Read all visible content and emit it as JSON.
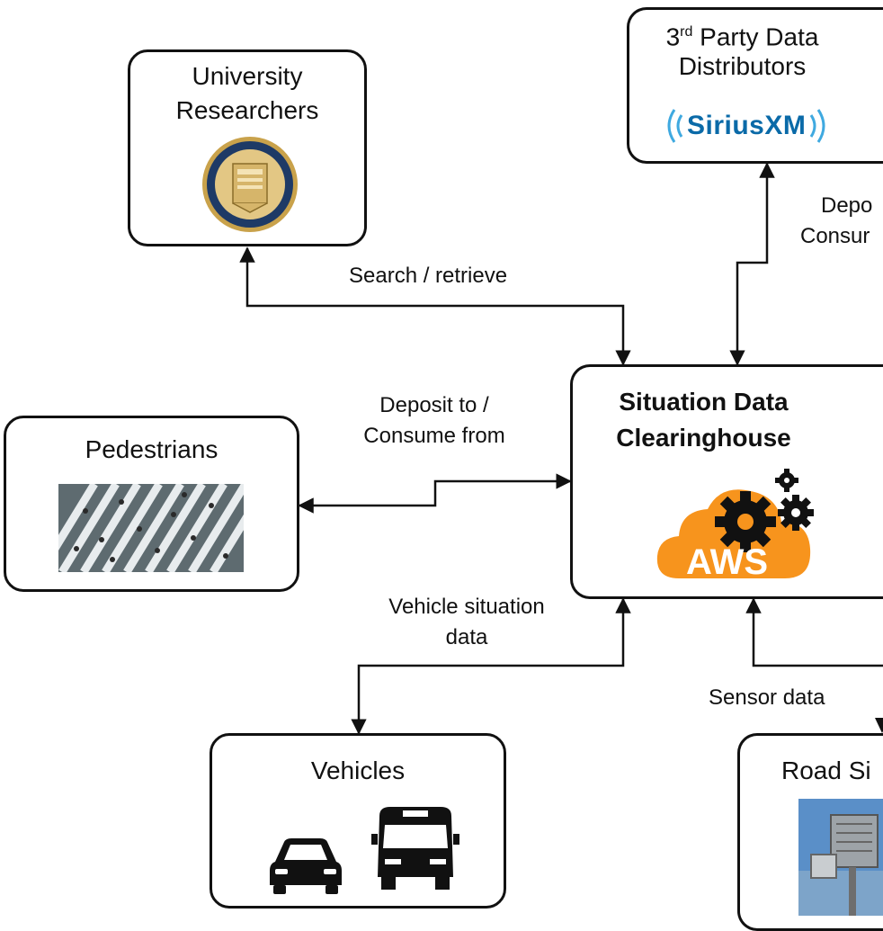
{
  "researchers": {
    "title_line1": "University",
    "title_line2": "Researchers"
  },
  "distributors": {
    "prefix": "3",
    "sup": "rd",
    "title_line1_rest": " Party Data",
    "title_line2": "Distributors",
    "logo_text": "SiriusXM"
  },
  "pedestrians": {
    "title": "Pedestrians"
  },
  "clearinghouse": {
    "title_line1": "Situation Data",
    "title_line2": "Clearinghouse",
    "logo_text": "AWS"
  },
  "vehicles": {
    "title": "Vehicles"
  },
  "roadside": {
    "title": "Road Si"
  },
  "edges": {
    "search_retrieve": "Search / retrieve",
    "deposit_consume_line1": "Deposit to /",
    "deposit_consume_line2": "Consume from",
    "distributor_edge_line1": "Depo",
    "distributor_edge_line2": "Consur",
    "vehicle_data_line1": "Vehicle situation",
    "vehicle_data_line2": "data",
    "sensor_data": "Sensor data"
  },
  "colors": {
    "stroke": "#111111",
    "aws_orange": "#F7941D",
    "sirius_blue": "#0A6AA8",
    "seal_gold": "#C9A24B",
    "seal_navy": "#1E3A66"
  }
}
